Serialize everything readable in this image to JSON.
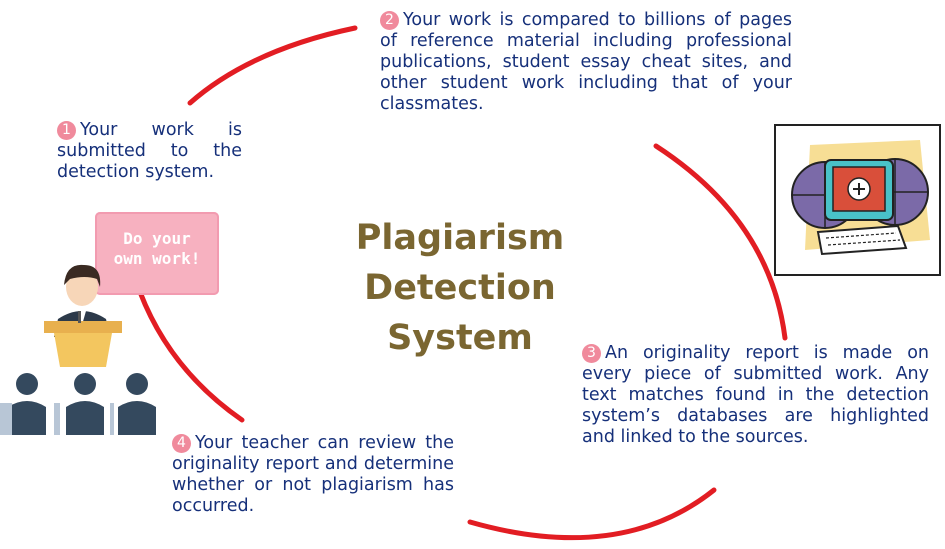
{
  "title": {
    "line1": "Plagiarism",
    "line2": "Detection System"
  },
  "steps": [
    {
      "num": "1",
      "text": "Your work is submitted to the detection system."
    },
    {
      "num": "2",
      "text": "Your work is compared to billions of pages of reference material including professional publications, student essay cheat sites, and other student work including that of your classmates."
    },
    {
      "num": "3",
      "text": "An originality report is made on every piece of submitted work. Any text matches found in the detection system’s databases are highlighted and linked to the sources."
    },
    {
      "num": "4",
      "text": "Your teacher can review the originality report and determine whether or not plagiarism has occurred."
    }
  ],
  "sign": {
    "line1": "Do your",
    "line2": "own work!"
  },
  "colors": {
    "arc": "#e21d23",
    "step_text": "#16307a",
    "title": "#7a6631",
    "badge": "#f08a9c"
  },
  "icons": [
    "teacher-at-podium-icon",
    "students-audience-icon",
    "computer-globe-icon"
  ]
}
